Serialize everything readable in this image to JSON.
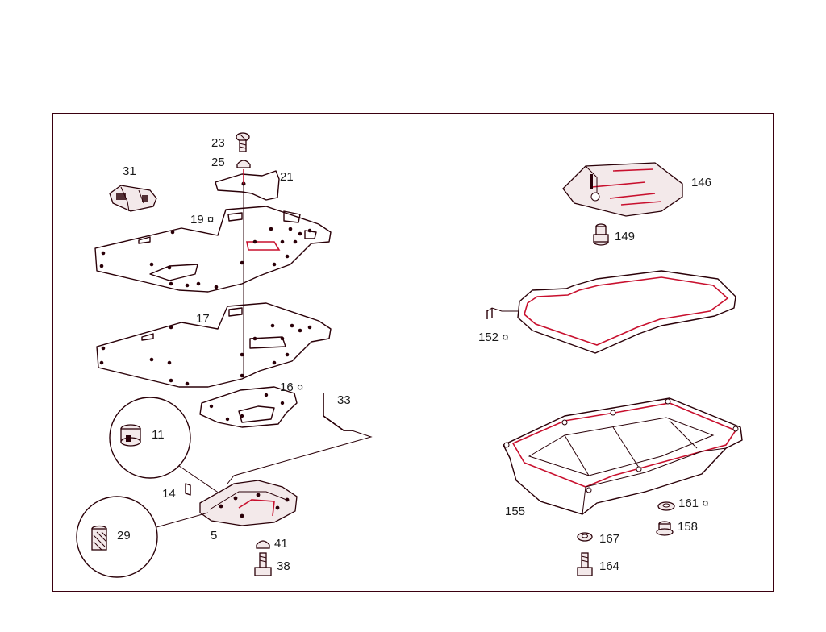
{
  "colors": {
    "line": "#2a0008",
    "accent": "#c8102e",
    "background": "#ffffff"
  },
  "labels": {
    "p23": "23",
    "p25": "25",
    "p21": "21",
    "p31": "31",
    "p19": "19 ¤",
    "p17": "17",
    "p16": "16 ¤",
    "p33": "33",
    "p11": "11",
    "p14": "14",
    "p5": "5",
    "p29": "29",
    "p41": "41",
    "p38": "38",
    "p146": "146",
    "p149": "149",
    "p152": "152 ¤",
    "p155": "155",
    "p161": "161 ¤",
    "p158": "158",
    "p167": "167",
    "p164": "164"
  }
}
